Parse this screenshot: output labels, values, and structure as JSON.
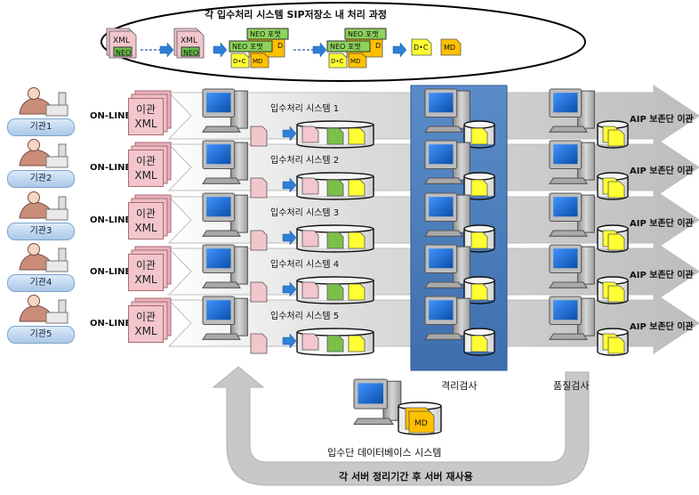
{
  "title": "각 입수처리 시스템 SIP저장소 내 처리 과정",
  "process_icons": {
    "xml": "XML",
    "neo": "NEO",
    "neo_format": "NEO 포맷",
    "dc": "D•C",
    "md": "MD"
  },
  "rows": [
    {
      "agency": "기관1",
      "online": "ON-LINE",
      "xml_line1": "이관",
      "xml_line2": "XML",
      "system": "입수처리 시스템 1",
      "aip": "AIP 보존단 이관"
    },
    {
      "agency": "기관2",
      "online": "ON-LINE",
      "xml_line1": "이관",
      "xml_line2": "XML",
      "system": "입수처리 시스템 2",
      "aip": "AIP 보존단 이관"
    },
    {
      "agency": "기관3",
      "online": "ON-LINE",
      "xml_line1": "이관",
      "xml_line2": "XML",
      "system": "입수처리 시스템 3",
      "aip": "AIP 보존단 이관"
    },
    {
      "agency": "기관4",
      "online": "ON-LINE",
      "xml_line1": "이관",
      "xml_line2": "XML",
      "system": "입수처리 시스템 4",
      "aip": "AIP 보존단 이관"
    },
    {
      "agency": "기관5",
      "online": "ON-LINE",
      "xml_line1": "이관",
      "xml_line2": "XML",
      "system": "입수처리 시스템 5",
      "aip": "AIP 보존단 이관"
    }
  ],
  "isolation_check": "격리검사",
  "quality_check": "품질검사",
  "database_system": "입수단 데이터베이스 시스템",
  "db_md": "MD",
  "loop_label": "각 서버 정리기간 후 서버 재사용",
  "colors": {
    "arrow_gray": "#c8c8c8",
    "isolation_panel": "#4f81bd",
    "xml_pink": "#f2c6cc",
    "neo_green": "#7cc04a",
    "doc_yellow": "#ffff33",
    "md_orange": "#ffc000",
    "monitor_blue": "#1e6fd0"
  }
}
